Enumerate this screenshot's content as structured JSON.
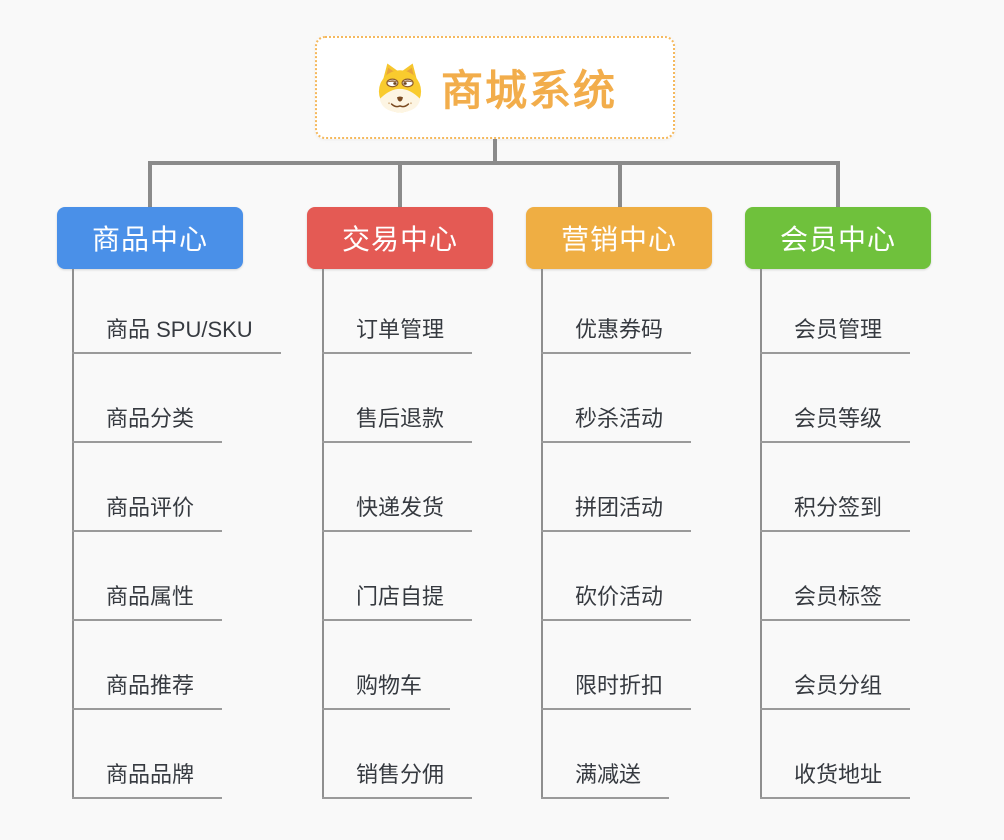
{
  "root": {
    "title": "商城系统",
    "icon": "doge-icon"
  },
  "colors": {
    "background": "#f9f9f9",
    "connector": "#8b8b8b",
    "root_text": "#f2ad4b",
    "root_border": "#f5b95e",
    "leaf_text": "#363a40",
    "leaf_line": "#9a9a9a"
  },
  "branches": [
    {
      "id": "product",
      "label": "商品中心",
      "color": "#4a90e8",
      "items": [
        "商品 SPU/SKU",
        "商品分类",
        "商品评价",
        "商品属性",
        "商品推荐",
        "商品品牌"
      ]
    },
    {
      "id": "trade",
      "label": "交易中心",
      "color": "#e45a54",
      "items": [
        "订单管理",
        "售后退款",
        "快递发货",
        "门店自提",
        "购物车",
        "销售分佣"
      ]
    },
    {
      "id": "marketing",
      "label": "营销中心",
      "color": "#efae43",
      "items": [
        "优惠券码",
        "秒杀活动",
        "拼团活动",
        "砍价活动",
        "限时折扣",
        "满减送"
      ]
    },
    {
      "id": "member",
      "label": "会员中心",
      "color": "#6fc13c",
      "items": [
        "会员管理",
        "会员等级",
        "积分签到",
        "会员标签",
        "会员分组",
        "收货地址"
      ]
    }
  ]
}
